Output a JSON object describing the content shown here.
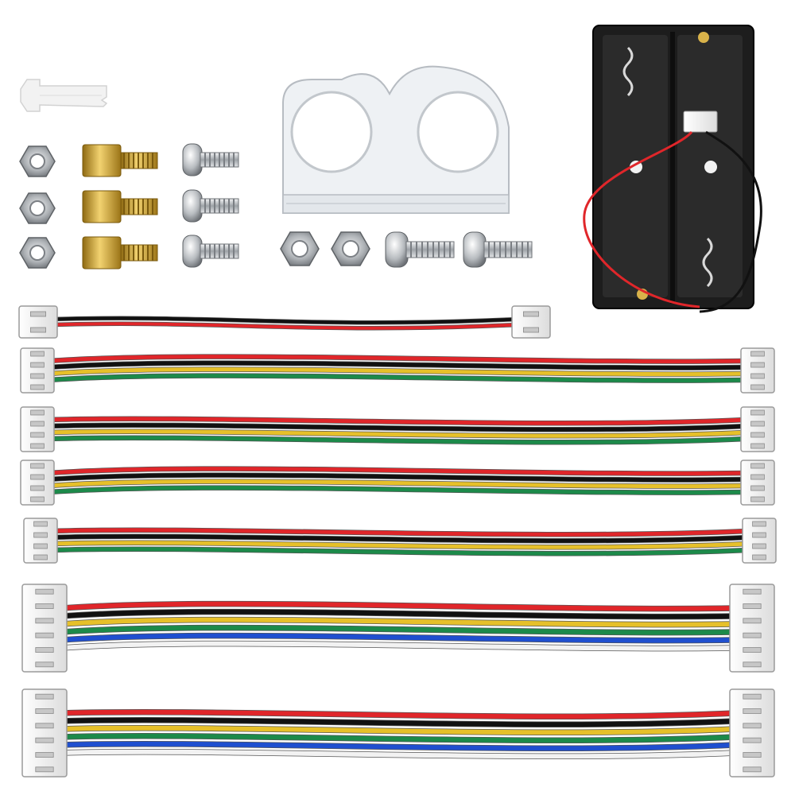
{
  "scene": {
    "background": "#ffffff",
    "items": [
      {
        "kind": "rivet",
        "count": 1,
        "color": "#ebebeb"
      },
      {
        "kind": "hex-nut",
        "count": 5,
        "color": "#b9bcc0"
      },
      {
        "kind": "brass-standoff",
        "count": 3,
        "color": "#caa13a"
      },
      {
        "kind": "pan-head-screw",
        "count": 5,
        "color": "#c7c9cc"
      },
      {
        "kind": "acrylic-sensor-bracket",
        "count": 1,
        "color": "#eef1f4"
      },
      {
        "kind": "2xAA-battery-holder",
        "count": 1,
        "color": "#1b1b1b"
      },
      {
        "kind": "cable-2pin",
        "count": 1,
        "wires": [
          "#111111",
          "#e0262a"
        ]
      },
      {
        "kind": "cable-4pin",
        "count": 4,
        "wires": [
          "#e0262a",
          "#111111",
          "#e6c02a",
          "#1c8a4a"
        ]
      },
      {
        "kind": "cable-6pin",
        "count": 2,
        "wires": [
          "#e0262a",
          "#111111",
          "#e6c02a",
          "#1c8a4a",
          "#1f4fcf",
          "#f2f2f2"
        ]
      }
    ]
  }
}
